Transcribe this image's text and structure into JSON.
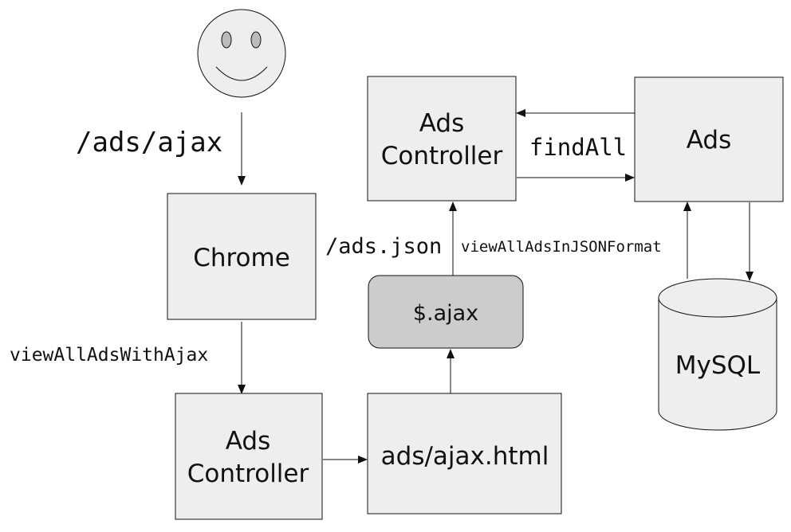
{
  "nodes": {
    "chrome": "Chrome",
    "ads_controller_bottom": [
      "Ads",
      "Controller"
    ],
    "ajax_html": "ads/ajax.html",
    "jquery_ajax": "$.ajax",
    "ads_controller_top": [
      "Ads",
      "Controller"
    ],
    "ads": "Ads",
    "mysql": "MySQL"
  },
  "edge_labels": {
    "user_to_chrome": "/ads/ajax",
    "chrome_to_controller": "viewAllAdsWithAjax",
    "ajax_to_controller": "/ads.json",
    "ajax_to_controller_method": "viewAllAdsInJSONFormat",
    "controller_to_ads": "findAll"
  },
  "colors": {
    "box_fill": "#eeeeee",
    "ajax_fill": "#cccccc",
    "face_fill": "#eeeeee",
    "stroke": "#111111"
  },
  "icons": {
    "user": "smiley-face-icon",
    "database": "database-cylinder-icon"
  }
}
